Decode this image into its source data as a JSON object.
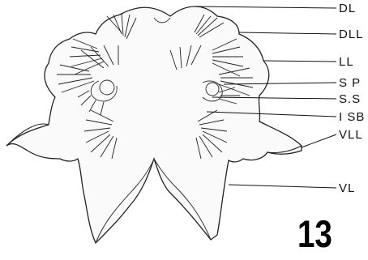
{
  "figure": {
    "number": "13",
    "labels": [
      {
        "id": "dl",
        "text": "DL"
      },
      {
        "id": "dll",
        "text": "DLL"
      },
      {
        "id": "ll",
        "text": "LL"
      },
      {
        "id": "sp",
        "text": "S P"
      },
      {
        "id": "ss",
        "text": "S.S"
      },
      {
        "id": "isb",
        "text": "I SB"
      },
      {
        "id": "vll",
        "text": "VLL"
      },
      {
        "id": "vl",
        "text": "VL"
      }
    ]
  }
}
